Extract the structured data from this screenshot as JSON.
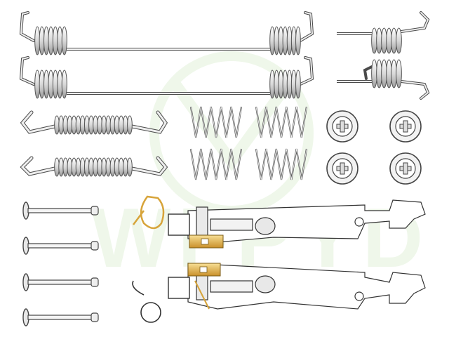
{
  "image": {
    "watermark": {
      "text": "WFPYD",
      "color": "#dff0d6"
    },
    "colors": {
      "steel_fill": "#f2f2f2",
      "steel_stroke": "#4a4a4a",
      "spring_stroke": "#6b6b6b",
      "gold": "#d7a43a",
      "gold_light": "#f2d27a"
    },
    "parts": {
      "long_springs": 2,
      "short_springs_right": 2,
      "hook_springs": 2,
      "compression_springs": 4,
      "hold_down_cups": 4,
      "pins": 4,
      "adjuster_assemblies": 2
    }
  }
}
